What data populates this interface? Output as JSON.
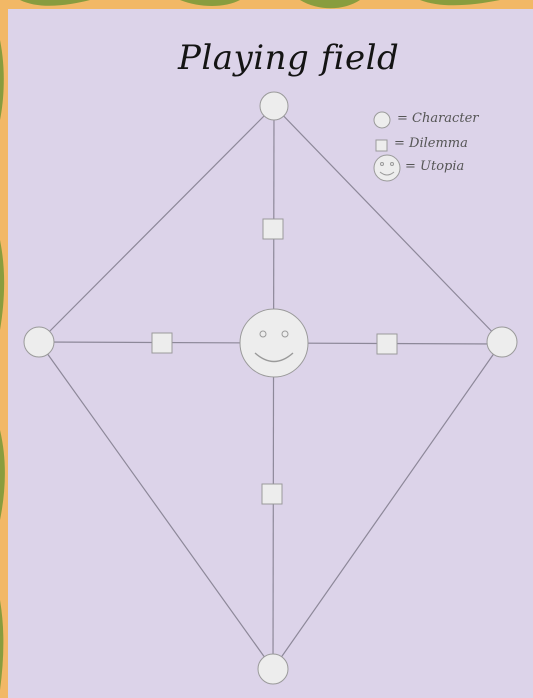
{
  "title": "Playing field",
  "legend": {
    "character": "= Character",
    "dilemma": "= Dilemma",
    "utopia": "= Utopia"
  },
  "colors": {
    "frame": "#f2b866",
    "leaf": "#7d9a3a",
    "board": "#dcd3e9",
    "node_fill": "#ededed",
    "node_stroke": "#9a9a9a",
    "line": "#8d8899"
  },
  "nodes": {
    "characters": [
      "top",
      "left",
      "right",
      "bottom"
    ],
    "dilemmas": [
      "upper",
      "left",
      "right",
      "lower"
    ],
    "utopia": "center"
  }
}
